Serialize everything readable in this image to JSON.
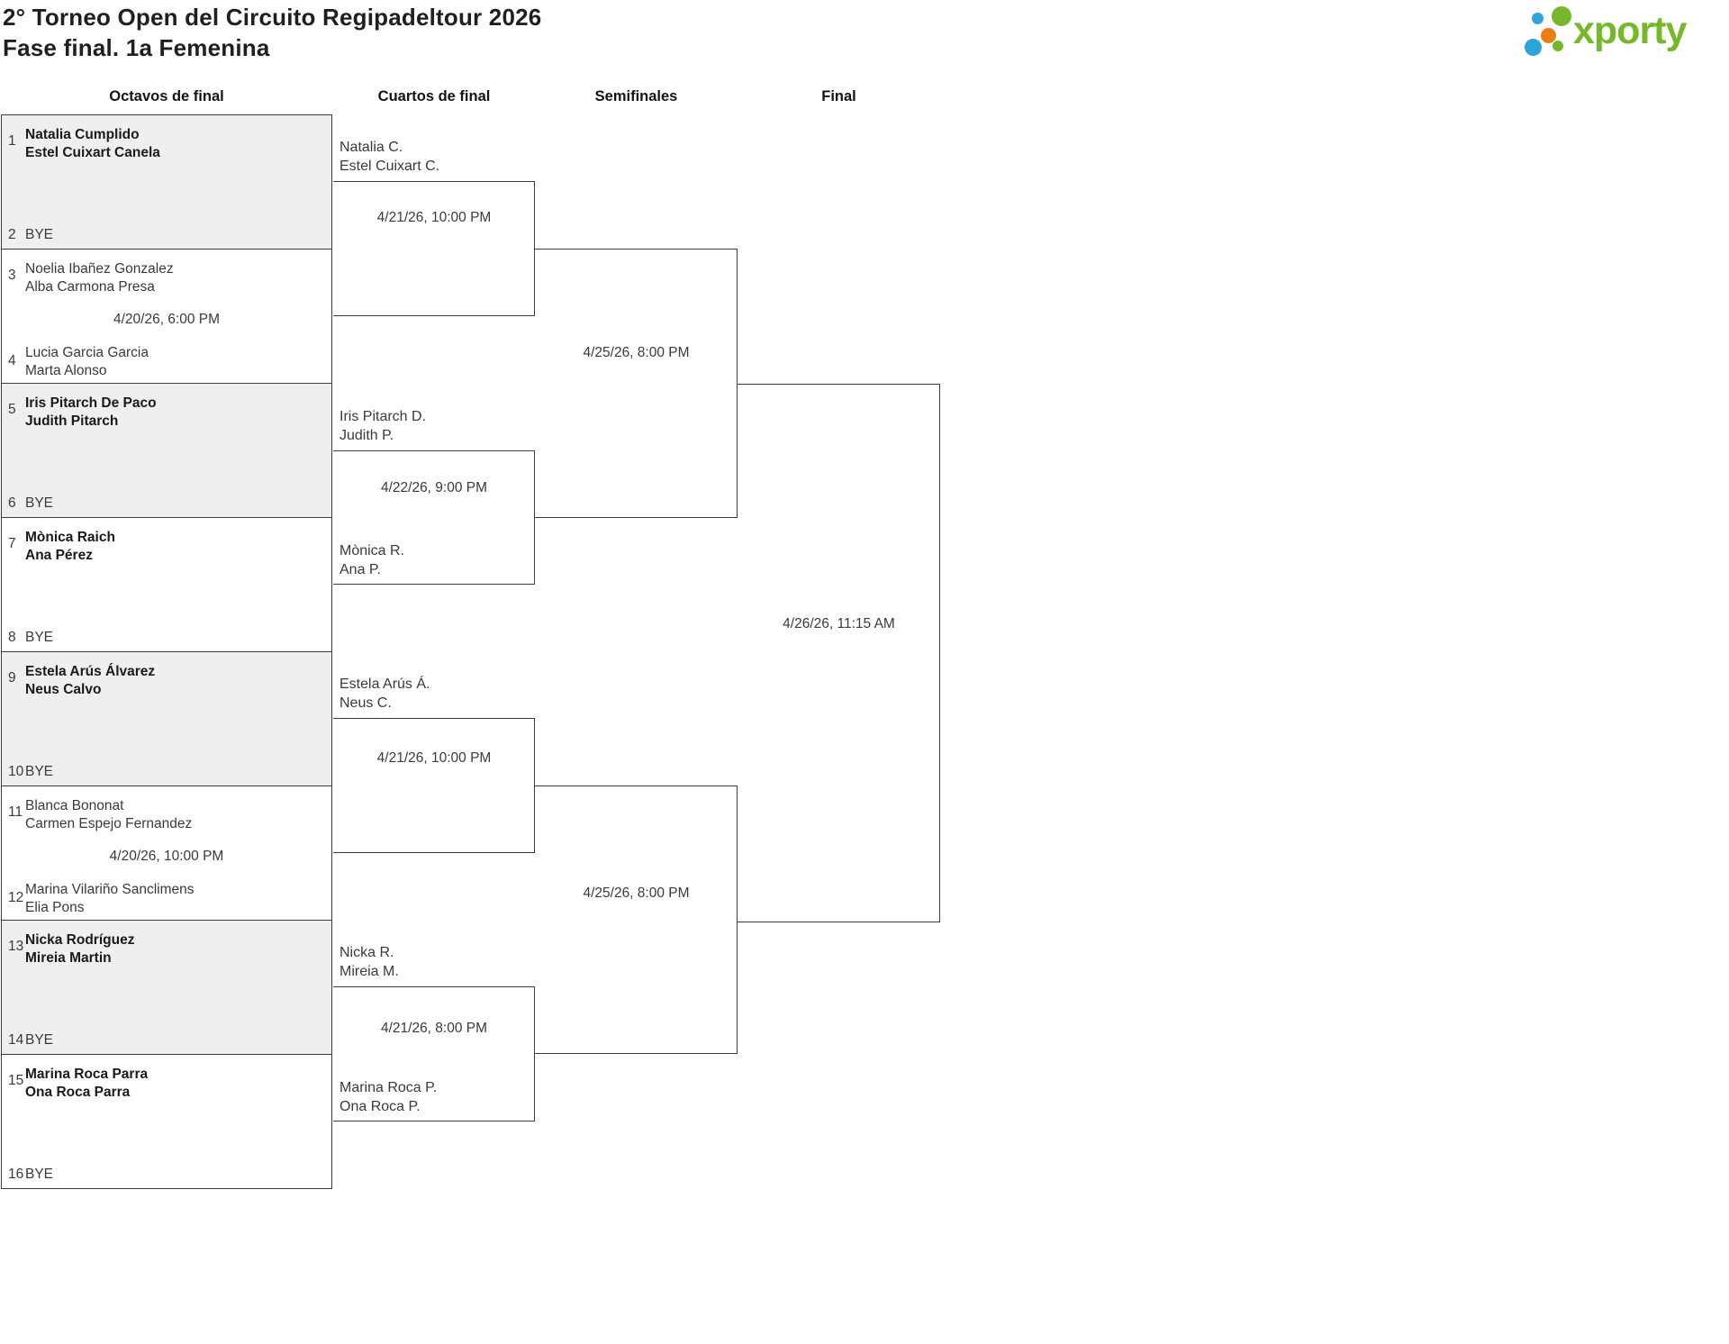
{
  "header": {
    "title_line1": "2° Torneo Open del Circuito Regipadeltour 2026",
    "title_line2": "Fase final. 1a Femenina",
    "brand": "xporty"
  },
  "columns": {
    "r16": "Octavos de final",
    "qf": "Cuartos de final",
    "sf": "Semifinales",
    "final": "Final"
  },
  "colors": {
    "brand_green": "#76b82a",
    "brand_blue": "#2fa3dc",
    "brand_orange": "#ee7d11",
    "shaded_box": "#efefef",
    "line": "#3d3d3d"
  },
  "r16": [
    {
      "seed1": "1",
      "team1a": "Natalia Cumplido",
      "team1b": "Estel Cuixart Canela",
      "seed2": "2",
      "team2a": "BYE"
    },
    {
      "seed1": "3",
      "team1a": "Noelia Ibañez Gonzalez",
      "team1b": "Alba Carmona Presa",
      "date": "4/20/26, 6:00 PM",
      "seed2": "4",
      "team2a": "Lucia Garcia Garcia",
      "team2b": "Marta Alonso"
    },
    {
      "seed1": "5",
      "team1a": "Iris Pitarch De Paco",
      "team1b": "Judith Pitarch",
      "seed2": "6",
      "team2a": "BYE"
    },
    {
      "seed1": "7",
      "team1a": "Mònica Raich",
      "team1b": "Ana Pérez",
      "seed2": "8",
      "team2a": "BYE"
    },
    {
      "seed1": "9",
      "team1a": "Estela Arús Álvarez",
      "team1b": "Neus Calvo",
      "seed2": "10",
      "team2a": "BYE"
    },
    {
      "seed1": "11",
      "team1a": "Blanca Bononat",
      "team1b": "Carmen Espejo Fernandez",
      "date": "4/20/26, 10:00 PM",
      "seed2": "12",
      "team2a": "Marina Vilariño Sanclimens",
      "team2b": "Elia Pons"
    },
    {
      "seed1": "13",
      "team1a": "Nicka Rodríguez",
      "team1b": "Mireia Martin",
      "seed2": "14",
      "team2a": "BYE"
    },
    {
      "seed1": "15",
      "team1a": "Marina Roca Parra",
      "team1b": "Ona Roca Parra",
      "seed2": "16",
      "team2a": "BYE"
    }
  ],
  "qf": [
    {
      "date": "4/21/26, 10:00 PM",
      "top_a": "Natalia C.",
      "top_b": "Estel Cuixart C."
    },
    {
      "date": "4/22/26, 9:00 PM",
      "top_a": "Iris Pitarch D.",
      "top_b": "Judith P.",
      "bottom_a": "Mònica R.",
      "bottom_b": "Ana P."
    },
    {
      "date": "4/21/26, 10:00 PM",
      "top_a": "Estela Arús Á.",
      "top_b": "Neus C."
    },
    {
      "date": "4/21/26, 8:00 PM",
      "top_a": "Nicka R.",
      "top_b": "Mireia M.",
      "bottom_a": "Marina Roca P.",
      "bottom_b": "Ona Roca P."
    }
  ],
  "sf": [
    {
      "date": "4/25/26, 8:00 PM"
    },
    {
      "date": "4/25/26, 8:00 PM"
    }
  ],
  "final_match": {
    "date": "4/26/26, 11:15 AM"
  }
}
